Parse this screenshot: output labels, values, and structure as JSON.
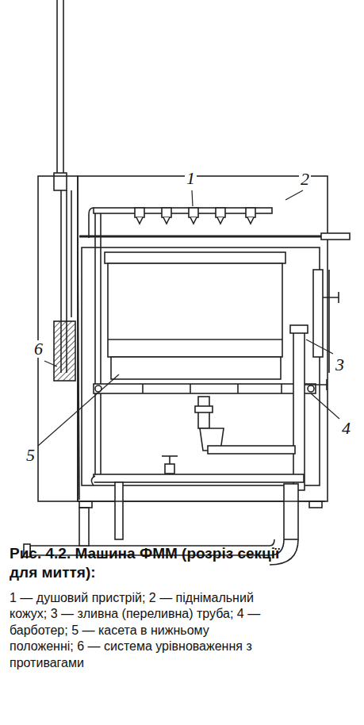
{
  "diagram": {
    "caption": "Рис. 4.2. Машина ФММ (розріз секції для миття):",
    "labels": [
      "1",
      "2",
      "6",
      "3",
      "4",
      "5",
      "1 — душовий пристрій;",
      "2 — піднімальний кожух;",
      "3 — зливна (переливна) труба;",
      "4 — барботер;",
      "5 — касета в нижньому положенні;",
      "6 — система урівноваження з противагами"
    ]
  }
}
